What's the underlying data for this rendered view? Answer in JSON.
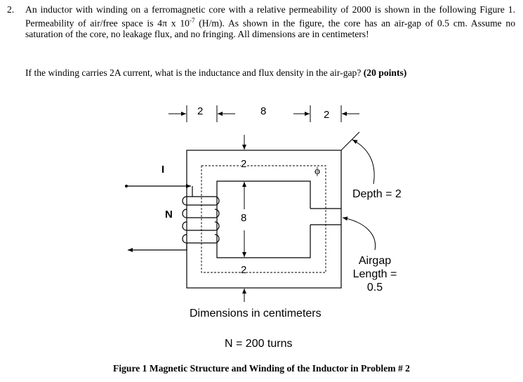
{
  "problem": {
    "number": "2.",
    "text_part1": "An inductor with winding on a ferromagnetic core with a relative permeability of 2000 is shown in the following Figure 1. Permeability of air/free space is 4π x 10",
    "exponent": "-7",
    "text_part2": " (H/m). As shown in the figure, the core has an air-gap of 0.5 cm. Assume no saturation of the core, no leakage flux, and no fringing. All dimensions are in centimeters!",
    "question": "If the winding carries 2A current, what is the inductance and flux density in the air-gap?",
    "points": "(20 points)"
  },
  "figure": {
    "dim_left": "2",
    "dim_middle": "8",
    "dim_right": "2",
    "dim_top_leg": "2",
    "dim_window_height": "8",
    "dim_bottom_leg": "2",
    "current_label": "I",
    "turns_symbol": "N",
    "flux_symbol": "ϕ",
    "depth_label": "Depth = 2",
    "airgap_line1": "Airgap",
    "airgap_line2": "Length =",
    "airgap_line3": "0.5",
    "dimensions_note": "Dimensions in centimeters",
    "turns_note": "N = 200 turns"
  },
  "caption": "Figure 1 Magnetic Structure and Winding of the Inductor in Problem # 2"
}
